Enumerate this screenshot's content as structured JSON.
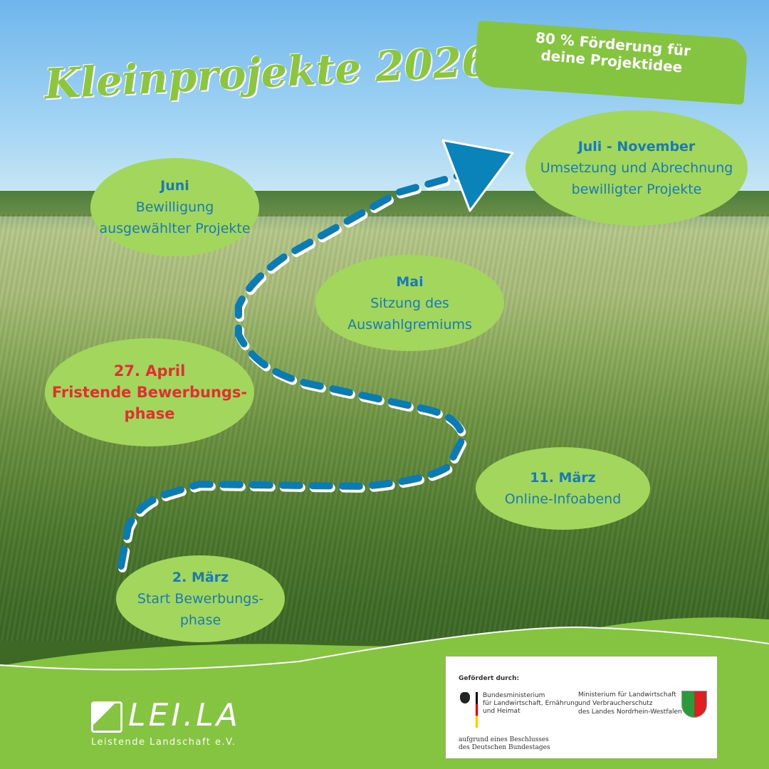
{
  "title": "Kleinprojekte 2026",
  "banner": {
    "line1": "80 % Förderung für",
    "line2": "deine Projektidee"
  },
  "steps": [
    {
      "date": "2. März",
      "text1": "Start Bewerbungs-",
      "text2": "phase"
    },
    {
      "date": "11. März",
      "text1": "Online-Infoabend"
    },
    {
      "date": "27. April",
      "text1": "Fristende Bewerbungs-",
      "text2": "phase"
    },
    {
      "date": "Mai",
      "text1": "Sitzung des",
      "text2": "Auswahlgremiums"
    },
    {
      "date": "Juni",
      "text1": "Bewilligung",
      "text2": "ausgewählter Projekte"
    },
    {
      "date": "Juli - November",
      "text1": "Umsetzung und Abrechnung",
      "text2": "bewilligter Projekte"
    }
  ],
  "colors": {
    "green": "#84c441",
    "bubble": "#a3d65c",
    "blue": "#1a7bb0",
    "red": "#e03131"
  },
  "funding": {
    "label": "Gefördert durch:",
    "bmlh": [
      "Bundesministerium",
      "für Landwirtschaft, Ernährung",
      "und Heimat"
    ],
    "nrw": [
      "Ministerium für Landwirtschaft",
      "und Verbraucherschutz",
      "des Landes Nordrhein-Westfalen"
    ],
    "footer": [
      "aufgrund eines Beschlusses",
      "des Deutschen Bundestages"
    ]
  },
  "logo": {
    "name": "LEI.LA",
    "subtitle": "Leistende Landschaft e.V."
  }
}
